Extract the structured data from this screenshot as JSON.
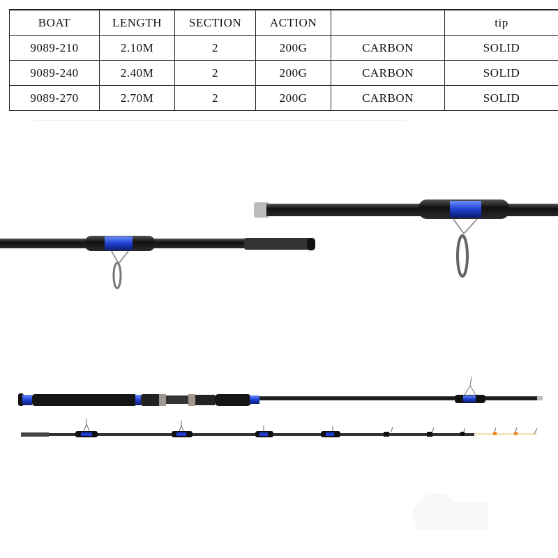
{
  "spec_table": {
    "headers": [
      "BOAT",
      "LENGTH",
      "SECTION",
      "ACTION",
      "",
      "tip"
    ],
    "rows": [
      [
        "9089-210",
        "2.10M",
        "2",
        "200G",
        "CARBON",
        "SOLID"
      ],
      [
        "9089-240",
        "2.40M",
        "2",
        "200G",
        "CARBON",
        "SOLID"
      ],
      [
        "9089-270",
        "2.70M",
        "2",
        "200G",
        "CARBON",
        "SOLID"
      ]
    ]
  },
  "colors": {
    "accent_blue": "#1f3fd0",
    "rod_black": "#1a1a1a",
    "tip_orange": "#f08a2a"
  }
}
